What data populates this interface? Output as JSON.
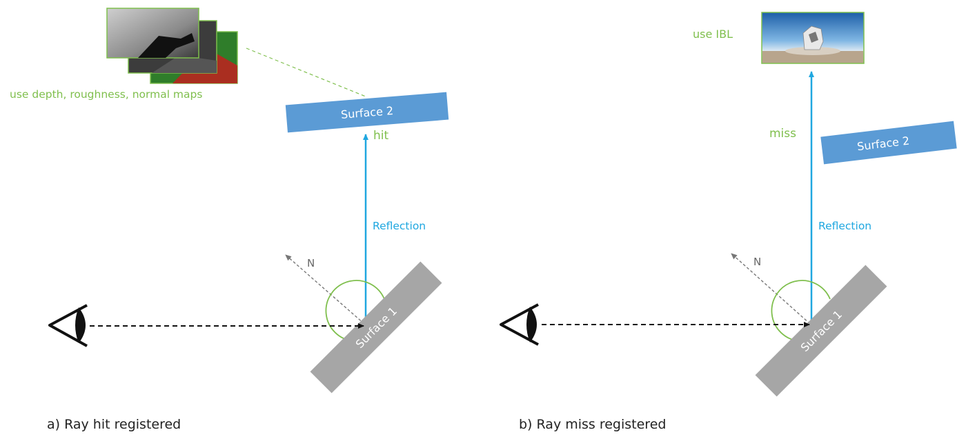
{
  "panel_a": {
    "caption": "a) Ray hit registered",
    "maps_label": "use depth, roughness, normal maps",
    "surface2_label": "Surface 2",
    "hit_label": "hit",
    "reflection_label": "Reflection",
    "normal_label": "N",
    "surface1_label": "Surface 1"
  },
  "panel_b": {
    "caption": "b) Ray miss registered",
    "ibl_label": "use IBL",
    "surface2_label": "Surface 2",
    "miss_label": "miss",
    "reflection_label": "Reflection",
    "normal_label": "N",
    "surface1_label": "Surface 1"
  },
  "colors": {
    "ray_blue": "#1fa7e0",
    "label_green": "#7fbf4d",
    "surface_blue": "#5b9bd5",
    "surface_grey": "#a6a6a6"
  }
}
